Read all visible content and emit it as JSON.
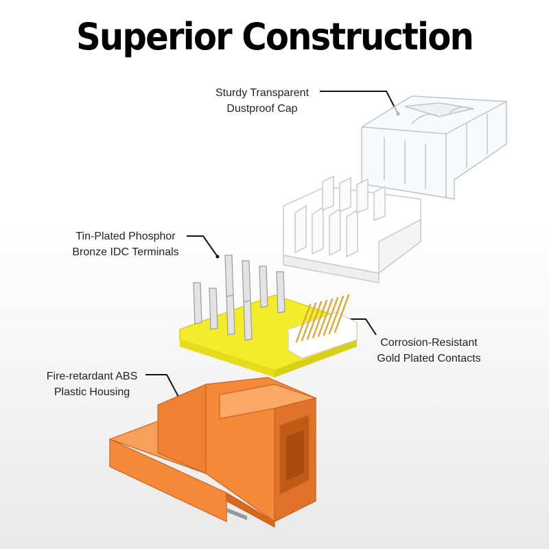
{
  "title": "Superior Construction",
  "labels": {
    "cap": {
      "line1": "Sturdy Transparent",
      "line2": "Dustproof Cap"
    },
    "terminals": {
      "line1": "Tin-Plated Phosphor",
      "line2": "Bronze IDC Terminals"
    },
    "contacts": {
      "line1": "Corrosion-Resistant",
      "line2": "Gold Plated Contacts"
    },
    "housing": {
      "line1": "Fire-retardant ABS",
      "line2": "Plastic Housing"
    }
  },
  "colors": {
    "housing": "#f5893a",
    "housing_dark": "#e0722a",
    "pcb": "#f2ec2a",
    "gold": "#d9a835",
    "silver": "#c8c8c8"
  }
}
